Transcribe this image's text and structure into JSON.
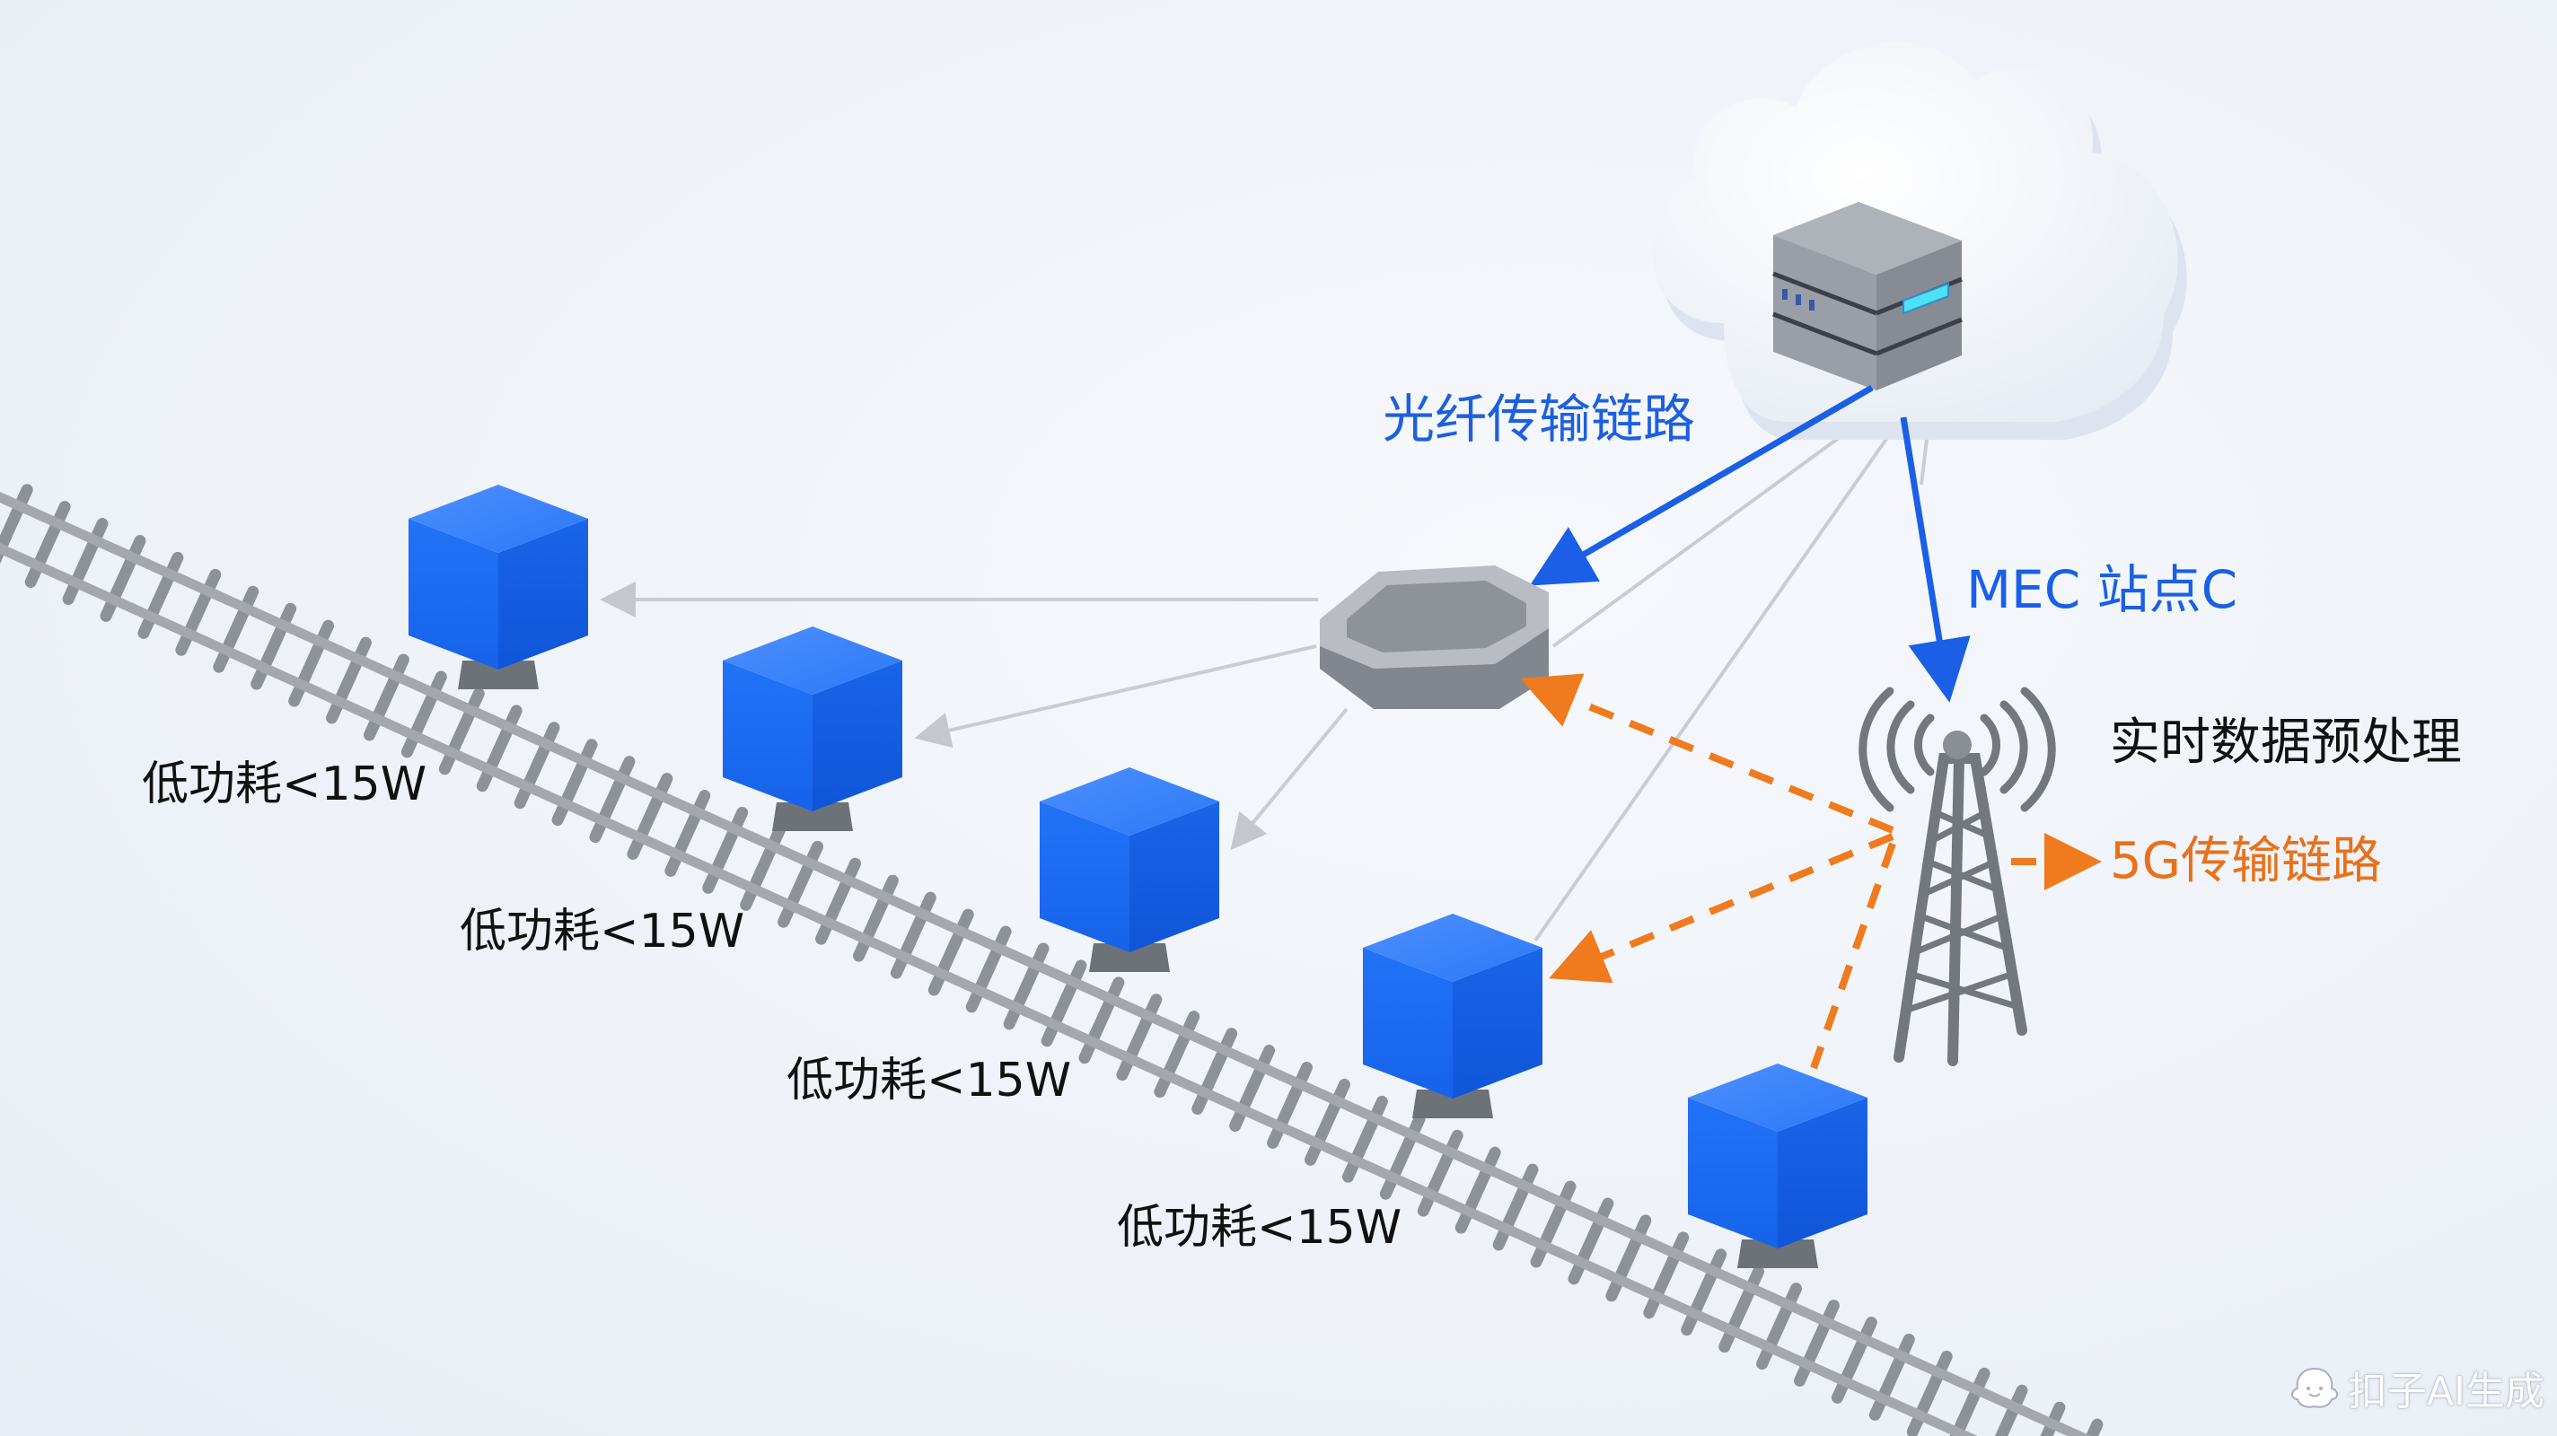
{
  "diagram": {
    "title": "铁路沿线 MEC 边缘计算组网示意",
    "nodes": {
      "cloud_server": {
        "kind": "cloud-server",
        "label": ""
      },
      "aggregation_node": {
        "kind": "octagon-hub",
        "label": ""
      },
      "base_station": {
        "kind": "5g-tower",
        "label": "MEC 站点C"
      },
      "sensors": [
        {
          "id": "sensor-1",
          "label": "低功耗<15W"
        },
        {
          "id": "sensor-2",
          "label": "低功耗<15W"
        },
        {
          "id": "sensor-3",
          "label": "低功耗<15W"
        },
        {
          "id": "sensor-4",
          "label": "低功耗<15W"
        },
        {
          "id": "sensor-5",
          "label": ""
        }
      ]
    },
    "labels": {
      "fiber_link": "光纤传输链路",
      "mec_site": "MEC 站点C",
      "preprocess": "实时数据预处理",
      "link_5g": "5G传输链路",
      "power": [
        "低功耗<15W",
        "低功耗<15W",
        "低功耗<15W",
        "低功耗<15W"
      ]
    },
    "links": [
      {
        "from": "cloud_server",
        "to": "aggregation_node",
        "type": "fiber",
        "style": "solid-blue"
      },
      {
        "from": "cloud_server",
        "to": "base_station",
        "type": "fiber",
        "style": "solid-blue"
      },
      {
        "from": "aggregation_node",
        "to": "sensor-1",
        "type": "local",
        "style": "thin-gray"
      },
      {
        "from": "aggregation_node",
        "to": "sensor-2",
        "type": "local",
        "style": "thin-gray"
      },
      {
        "from": "aggregation_node",
        "to": "sensor-3",
        "type": "local",
        "style": "thin-gray"
      },
      {
        "from": "cloud_server",
        "to": "sensor-4",
        "type": "local",
        "style": "thin-gray"
      },
      {
        "from": "cloud_server",
        "to": "aggregation_node",
        "type": "local",
        "style": "thin-gray"
      },
      {
        "from": "base_station",
        "to": "aggregation_node",
        "type": "5g",
        "style": "dashed-orange"
      },
      {
        "from": "base_station",
        "to": "sensor-4",
        "type": "5g",
        "style": "dashed-orange"
      },
      {
        "from": "base_station",
        "to": "sensor-5",
        "type": "5g",
        "style": "dashed-orange"
      },
      {
        "from": "base_station",
        "to": "5g-label",
        "type": "5g",
        "style": "dashed-orange"
      }
    ],
    "colors": {
      "fiber": "#1a5fe6",
      "link_5g": "#f07a1e",
      "sensor": "#1f6ff5",
      "equipment_gray": "#8f949c",
      "thin_link": "#c9ccd2"
    }
  },
  "watermark": {
    "text": "扣子AI生成",
    "icon": "mascot-icon"
  }
}
